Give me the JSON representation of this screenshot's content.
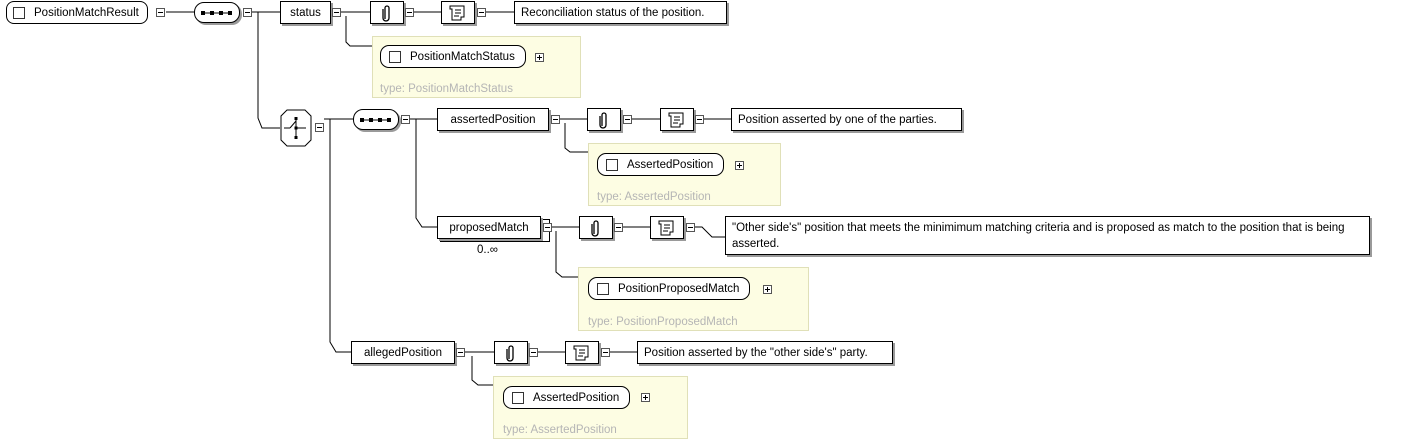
{
  "root": {
    "label": "PositionMatchResult"
  },
  "status": {
    "label": "status",
    "doc": "Reconciliation status of the position.",
    "type_name": "PositionMatchStatus",
    "type_label": "type: PositionMatchStatus"
  },
  "assertedPosition": {
    "label": "assertedPosition",
    "doc": "Position asserted by one of the parties.",
    "type_name": "AssertedPosition",
    "type_label": "type: AssertedPosition"
  },
  "proposedMatch": {
    "label": "proposedMatch",
    "cardinality": "0..∞",
    "doc": "\"Other side's\" position that meets the minimimum matching criteria and is proposed as match to the position that is being asserted.",
    "type_name": "PositionProposedMatch",
    "type_label": "type: PositionProposedMatch"
  },
  "allegedPosition": {
    "label": "allegedPosition",
    "doc": "Position asserted by the \"other side's\" party.",
    "type_name": "AssertedPosition",
    "type_label": "type: AssertedPosition"
  },
  "icons": [
    "attribute-clip-icon",
    "documentation-icon",
    "sequence-icon",
    "choice-icon",
    "collapse-icon",
    "expand-icon"
  ]
}
